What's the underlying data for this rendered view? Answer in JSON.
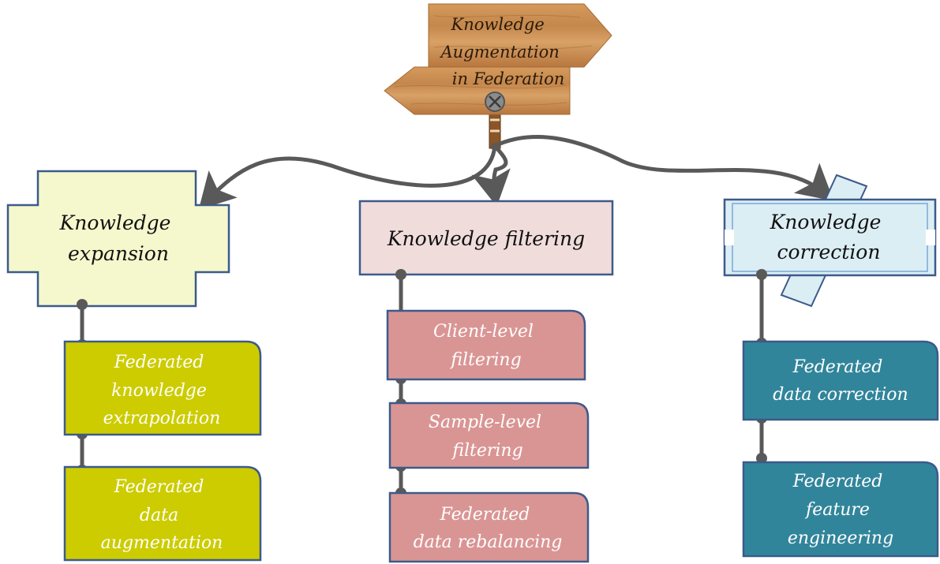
{
  "root": {
    "label_lines": [
      "Knowledge",
      "Augmentation",
      "in Federation"
    ]
  },
  "branches": [
    {
      "label_lines": [
        "Knowledge",
        "expansion"
      ],
      "fill": "#f4f8cc",
      "children": [
        {
          "label_lines": [
            "Federated",
            "knowledge",
            "extrapolation"
          ]
        },
        {
          "label_lines": [
            "Federated",
            "data",
            "augmentation"
          ]
        }
      ],
      "child_fill": "#cccc00"
    },
    {
      "label_lines": [
        "Knowledge filtering"
      ],
      "fill": "#f1dcdc",
      "children": [
        {
          "label_lines": [
            "Client-level",
            "filtering"
          ]
        },
        {
          "label_lines": [
            "Sample-level",
            "filtering"
          ]
        },
        {
          "label_lines": [
            "Federated",
            "data rebalancing"
          ]
        }
      ],
      "child_fill": "#d99594"
    },
    {
      "label_lines": [
        "Knowledge",
        "correction"
      ],
      "fill": "#dbeef4",
      "children": [
        {
          "label_lines": [
            "Federated",
            "data correction"
          ]
        },
        {
          "label_lines": [
            "Federated",
            "feature",
            "engineering"
          ]
        }
      ],
      "child_fill": "#31859b"
    }
  ],
  "colors": {
    "border": "#3d5a8a",
    "connector": "#595959",
    "wood": "#c98b4f",
    "wood_dark": "#9c6230"
  },
  "icons": [
    "circle-x-icon"
  ]
}
